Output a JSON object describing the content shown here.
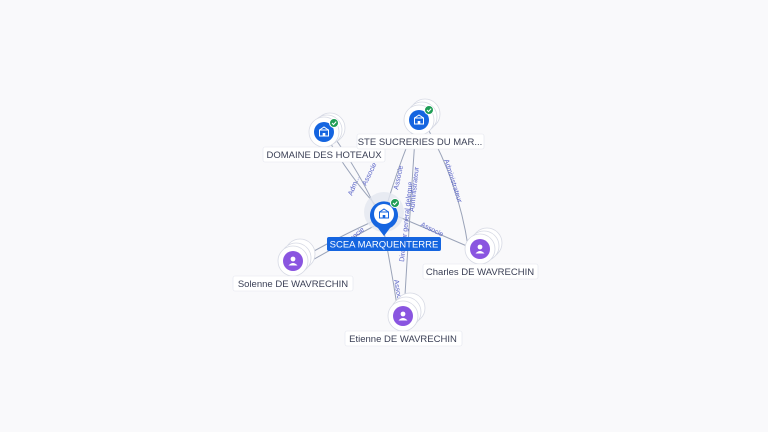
{
  "graph": {
    "center": {
      "label": "SCEA MARQUENTERRE",
      "icon": "building-icon",
      "verified": true
    },
    "nodes": [
      {
        "id": "domaine",
        "label": "DOMAINE DES HOTEAUX",
        "kind": "company",
        "icon": "building-icon",
        "verified": true
      },
      {
        "id": "ste",
        "label": "STE SUCRERIES DU MAR...",
        "kind": "company",
        "icon": "building-icon",
        "verified": true
      },
      {
        "id": "charles",
        "label": "Charles DE WAVRECHIN",
        "kind": "person",
        "icon": "person-icon",
        "verified": false
      },
      {
        "id": "solenne",
        "label": "Solenne DE WAVRECHIN",
        "kind": "person",
        "icon": "person-icon",
        "verified": false
      },
      {
        "id": "etienne",
        "label": "Etienne DE WAVRECHIN",
        "kind": "person",
        "icon": "person-icon",
        "verified": false
      }
    ],
    "edges": [
      {
        "from": "center",
        "to": "domaine",
        "labels": [
          "Adm...",
          "Associe"
        ]
      },
      {
        "from": "center",
        "to": "ste",
        "labels": [
          "Associe"
        ]
      },
      {
        "from": "ste",
        "to": "charles",
        "labels": [
          "Administrateur"
        ]
      },
      {
        "from": "ste",
        "to": "etienne",
        "labels": [
          "Directeur general delegue",
          "Administrateur"
        ]
      },
      {
        "from": "center",
        "to": "charles",
        "labels": [
          "Associe"
        ]
      },
      {
        "from": "center",
        "to": "solenne",
        "labels": [
          "Associe"
        ]
      },
      {
        "from": "center",
        "to": "etienne",
        "labels": [
          "Associe"
        ]
      }
    ]
  },
  "colors": {
    "company": "#1565e0",
    "person": "#8a55e0",
    "verified": "#1f9d55",
    "center_label_bg": "#1565e0"
  }
}
